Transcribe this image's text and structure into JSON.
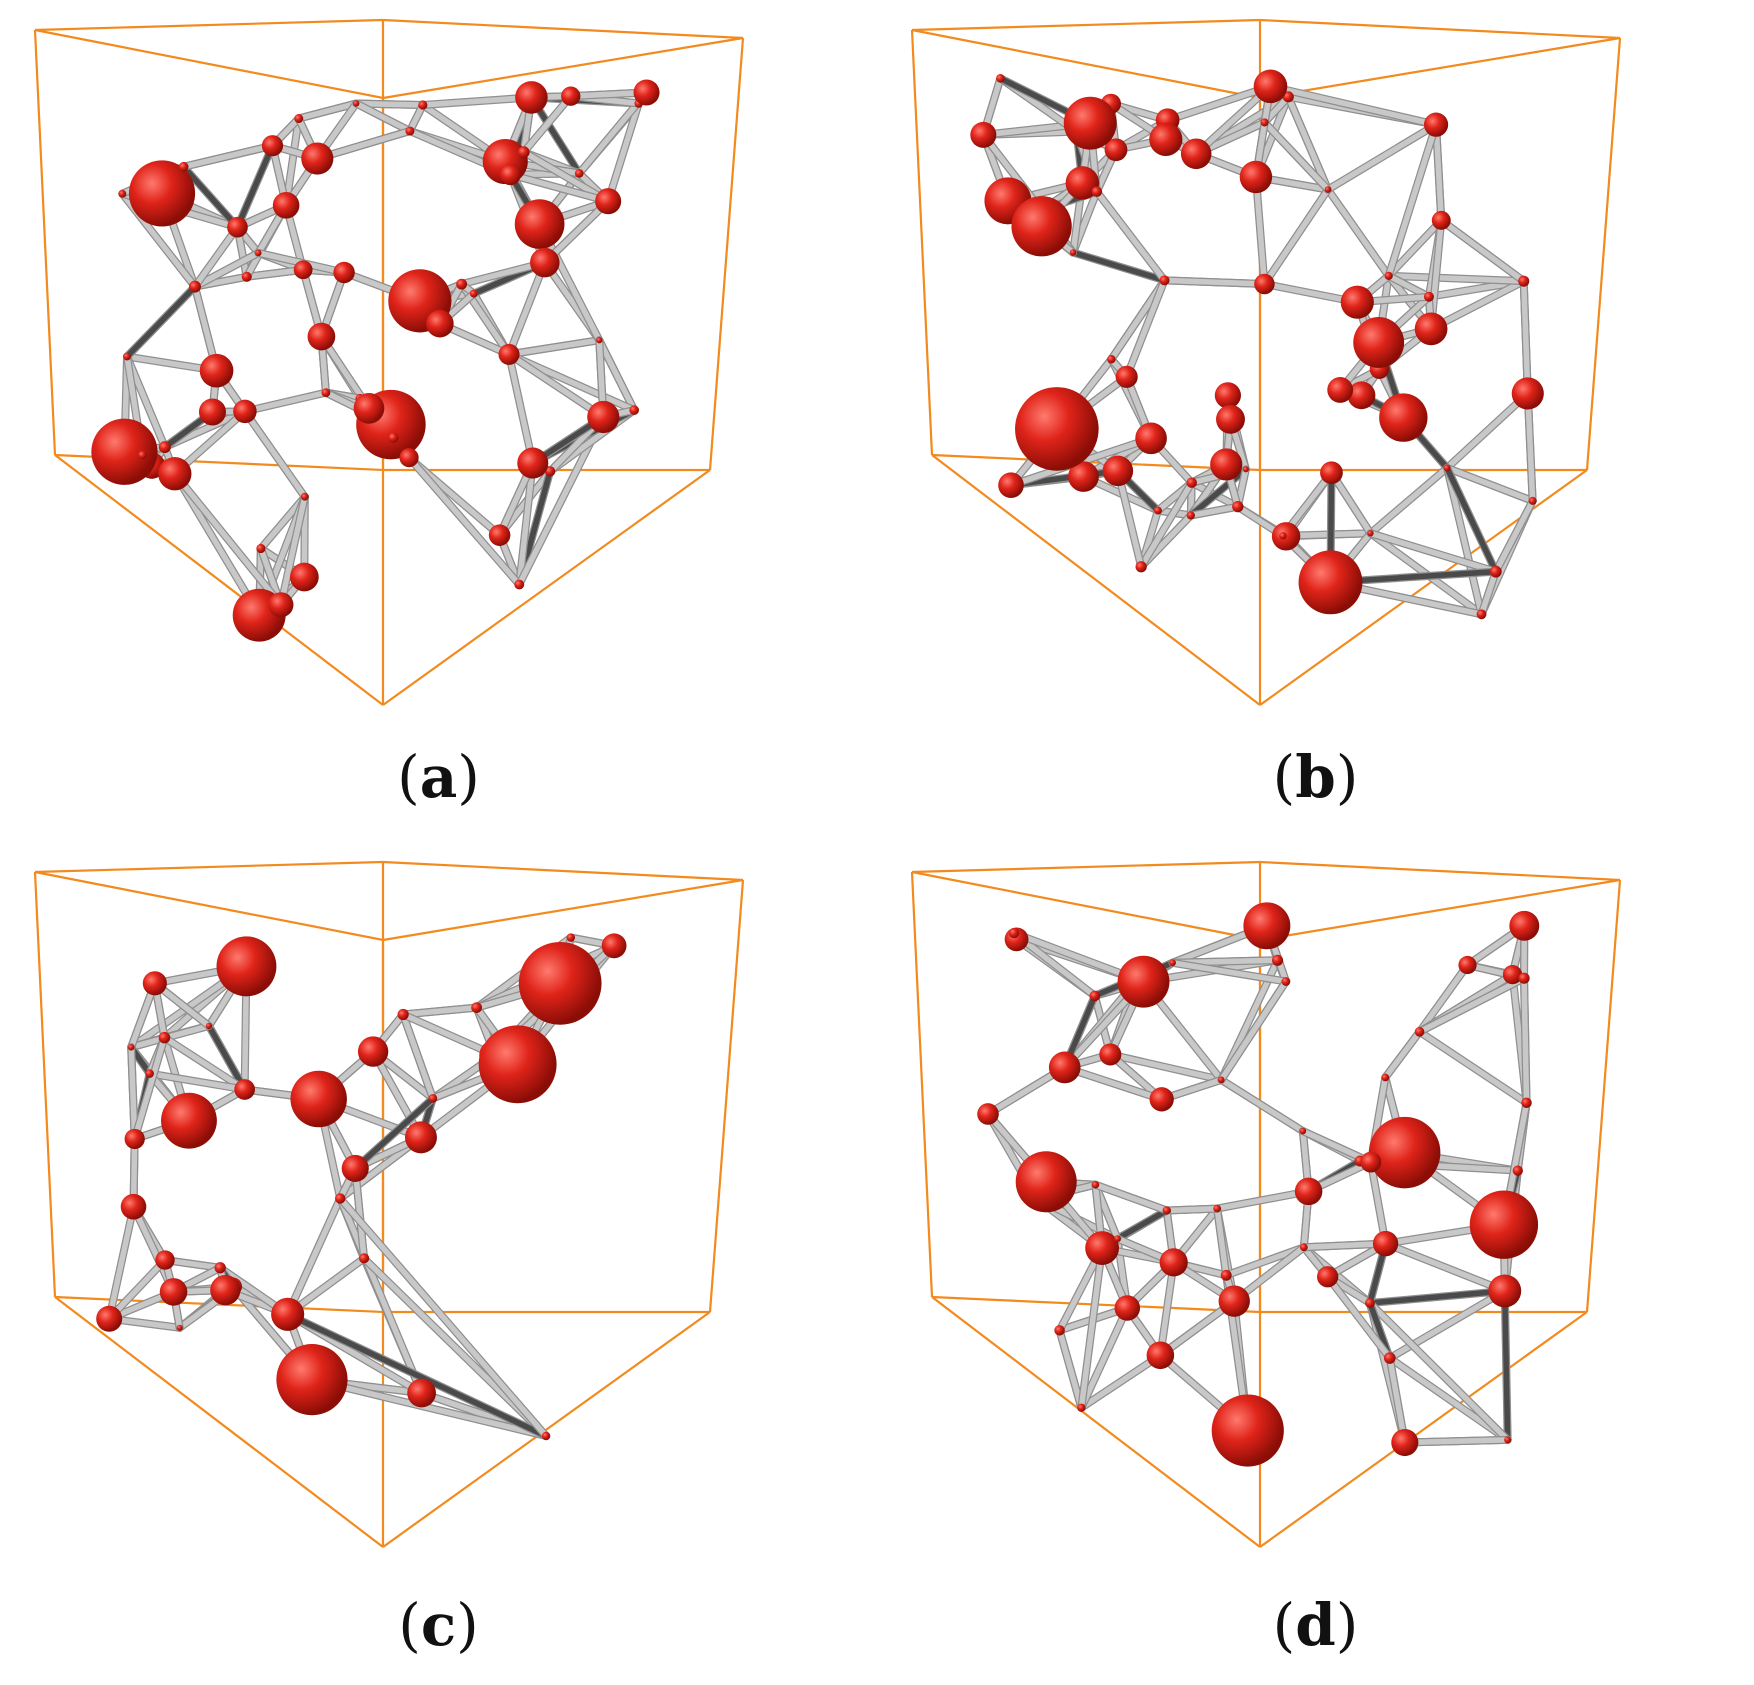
{
  "panels": [
    {
      "label_open": "(",
      "label": "a",
      "label_close": ")"
    },
    {
      "label_open": "(",
      "label": "b",
      "label_close": ")"
    },
    {
      "label_open": "(",
      "label": "c",
      "label_close": ")"
    },
    {
      "label_open": "(",
      "label": "d",
      "label_close": ")"
    }
  ],
  "colors": {
    "box_edge": "#f28a1e",
    "throat": "#c8c8c8",
    "throat_dark": "#4a4a4a",
    "pore": "#e0241a"
  }
}
